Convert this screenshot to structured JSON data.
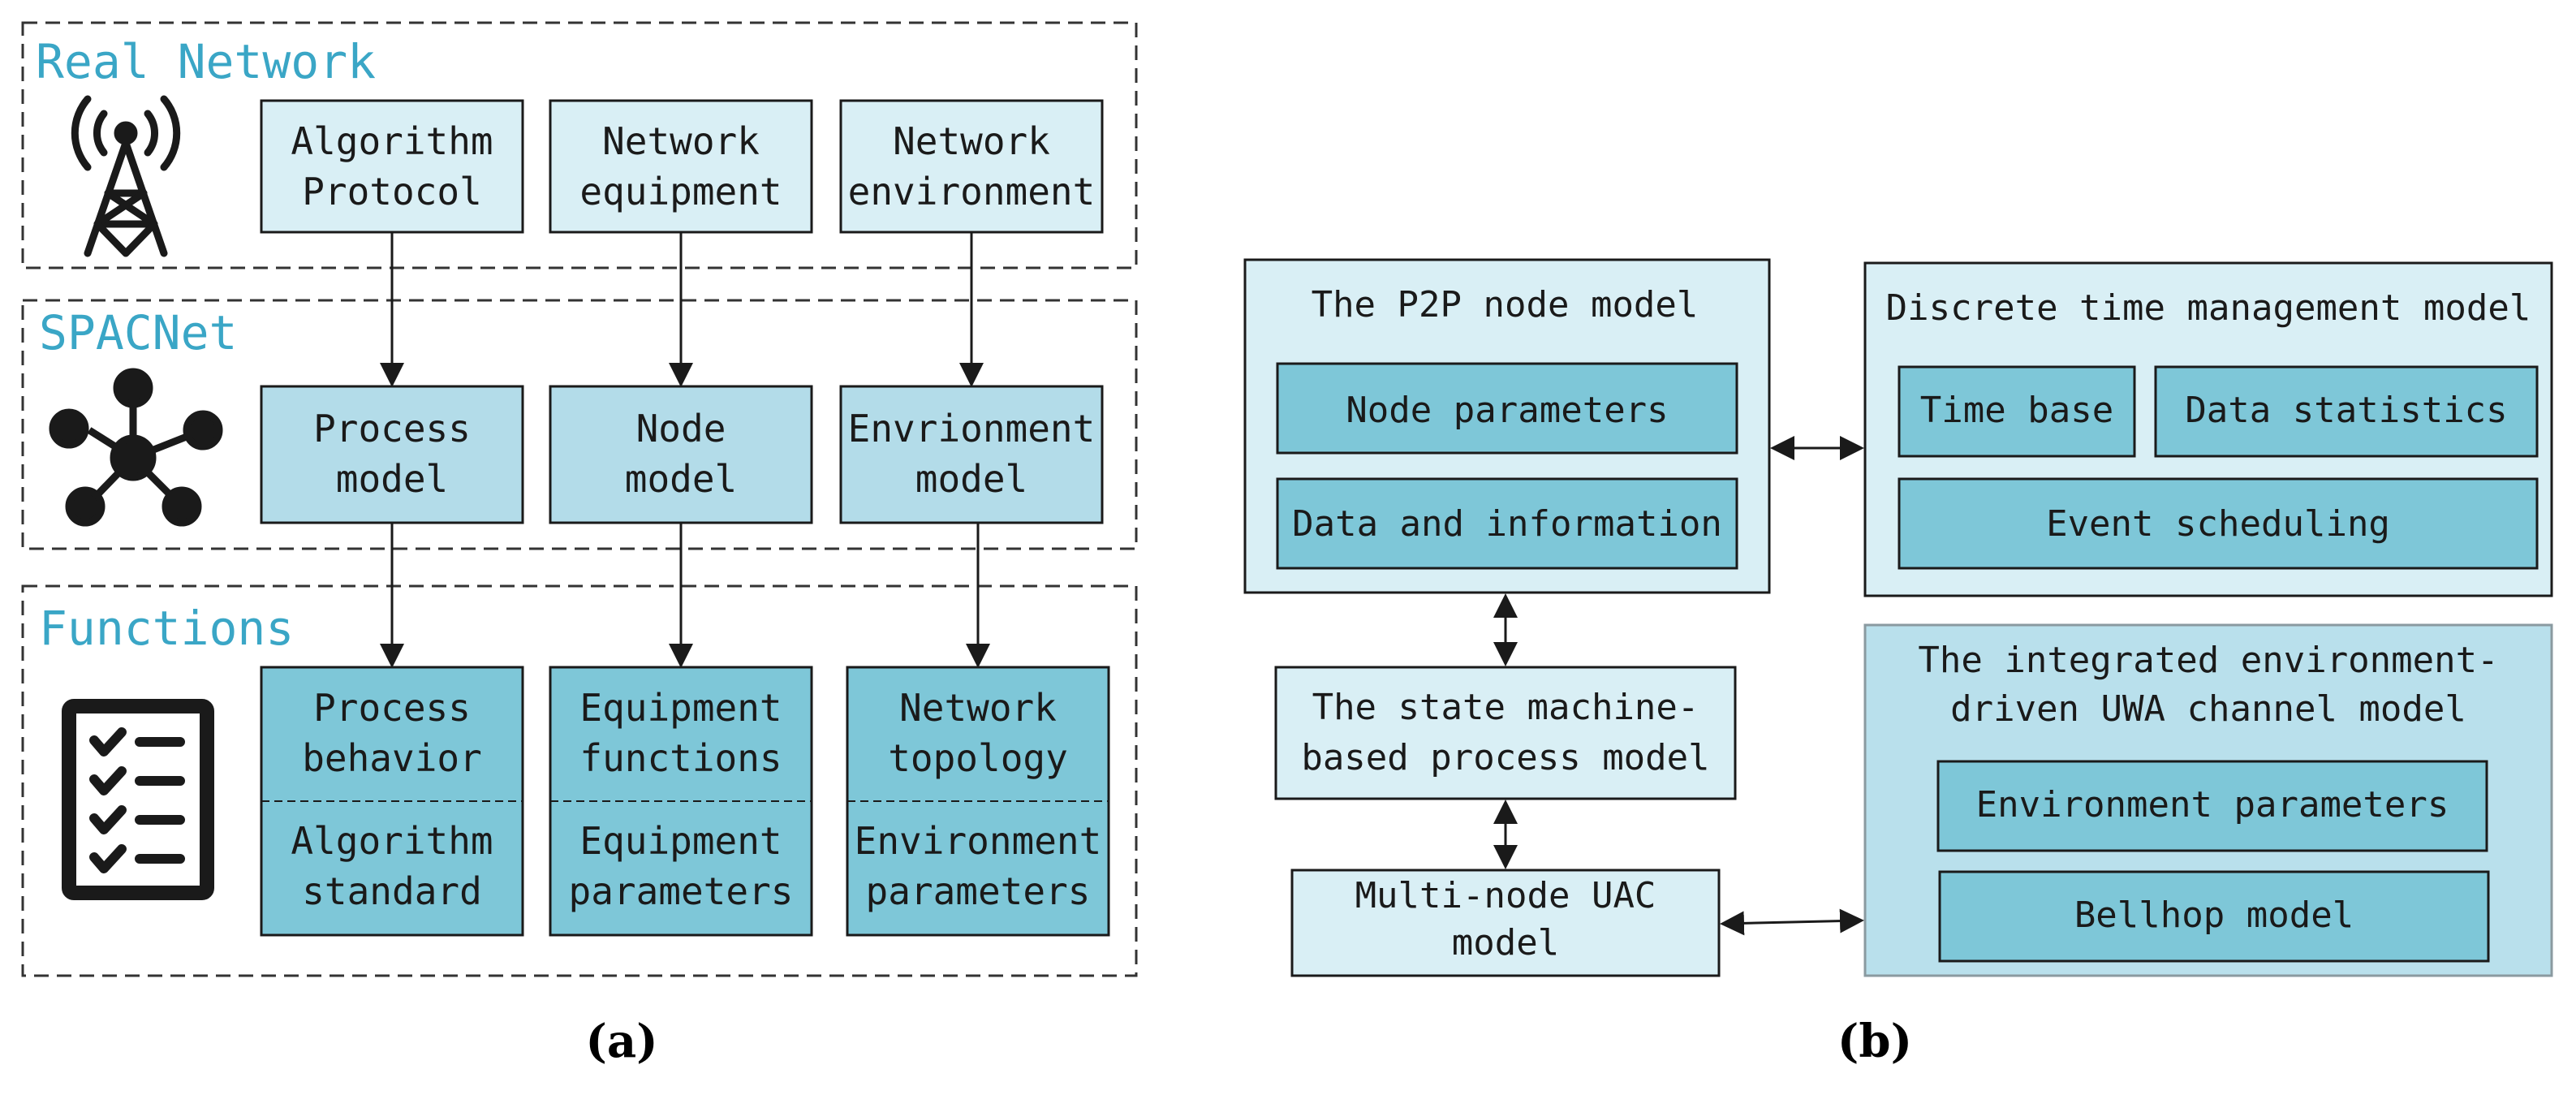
{
  "panel_a": {
    "sections": {
      "real_network": "Real Network",
      "spacnet": "SPACNet",
      "functions": "Functions"
    },
    "row1": {
      "algorithm_protocol": [
        "Algorithm",
        "Protocol"
      ],
      "network_equipment": [
        "Network",
        "equipment"
      ],
      "network_environment": [
        "Network",
        "environment"
      ]
    },
    "row2": {
      "process_model": [
        "Process",
        "model"
      ],
      "node_model": [
        "Node",
        "model"
      ],
      "environment_model": [
        "Envrionment",
        "model"
      ]
    },
    "row3": {
      "process_behavior": [
        "Process",
        "behavior"
      ],
      "algorithm_standard": [
        "Algorithm",
        "standard"
      ],
      "equipment_functions": [
        "Equipment",
        "functions"
      ],
      "equipment_parameters": [
        "Equipment",
        "parameters"
      ],
      "network_topology": [
        "Network",
        "topology"
      ],
      "environment_parameters": [
        "Environment",
        "parameters"
      ]
    },
    "caption": "(a)"
  },
  "panel_b": {
    "p2p_node_model": {
      "title": "The P2P node model",
      "node_parameters": "Node parameters",
      "data_and_information": "Data and information"
    },
    "discrete_time_model": {
      "title": "Discrete time management model",
      "time_base": "Time base",
      "data_statistics": "Data statistics",
      "event_scheduling": "Event scheduling"
    },
    "state_machine_model": [
      "The state machine-",
      "based process model"
    ],
    "multi_node_uac_model": [
      "Multi-node UAC",
      "model"
    ],
    "channel_model": {
      "title": [
        "The integrated environment-",
        "driven UWA channel model"
      ],
      "environment_parameters": "Environment parameters",
      "bellhop_model": "Bellhop model"
    },
    "caption": "(b)"
  },
  "colors": {
    "light_box": "#d9eff5",
    "mid_box": "#b3dce9",
    "dark_box": "#7ec7d8",
    "label": "#3aa6c6",
    "stroke": "#1a1a1a"
  },
  "icons": [
    "antenna-tower-icon",
    "network-node-icon",
    "checklist-icon"
  ]
}
